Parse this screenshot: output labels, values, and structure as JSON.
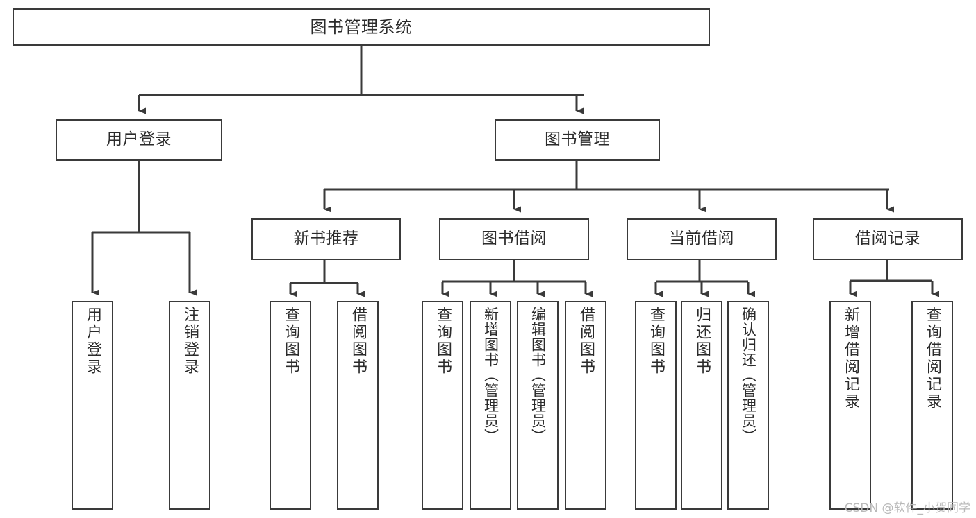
{
  "diagram": {
    "title": "图书管理系统",
    "type": "tree",
    "watermark": "CSDN @软件_小贺同学",
    "colors": {
      "box_border": "#3a3a3a",
      "box_fill": "#ffffff",
      "edge": "#3a3a3a",
      "text": "#2b2b2b",
      "watermark": "#b9b9b9"
    },
    "levels": {
      "root": {
        "label": "图书管理系统"
      },
      "level2": [
        {
          "id": "user-login",
          "label": "用户登录"
        },
        {
          "id": "book-manage",
          "label": "图书管理"
        }
      ],
      "level3": [
        {
          "id": "new-book-recommend",
          "label": "新书推荐",
          "parent": "book-manage"
        },
        {
          "id": "book-borrow",
          "label": "图书借阅",
          "parent": "book-manage"
        },
        {
          "id": "current-borrow",
          "label": "当前借阅",
          "parent": "book-manage"
        },
        {
          "id": "borrow-record",
          "label": "借阅记录",
          "parent": "book-manage"
        }
      ],
      "leaves": [
        {
          "id": "leaf-user-login",
          "label": "用户登录",
          "parent": "user-login"
        },
        {
          "id": "leaf-user-logout",
          "label": "注销登录",
          "parent": "user-login"
        },
        {
          "id": "leaf-query-book-1",
          "label": "查询图书",
          "parent": "new-book-recommend"
        },
        {
          "id": "leaf-borrow-book-1",
          "label": "借阅图书",
          "parent": "new-book-recommend"
        },
        {
          "id": "leaf-query-book-2",
          "label": "查询图书",
          "parent": "book-borrow"
        },
        {
          "id": "leaf-add-book",
          "label": "新增图书（管理员）",
          "parent": "book-borrow"
        },
        {
          "id": "leaf-edit-book",
          "label": "编辑图书（管理员）",
          "parent": "book-borrow"
        },
        {
          "id": "leaf-borrow-book-2",
          "label": "借阅图书",
          "parent": "book-borrow"
        },
        {
          "id": "leaf-query-book-3",
          "label": "查询图书",
          "parent": "current-borrow"
        },
        {
          "id": "leaf-return-book",
          "label": "归还图书",
          "parent": "current-borrow"
        },
        {
          "id": "leaf-confirm-return",
          "label": "确认归还（管理员）",
          "parent": "current-borrow"
        },
        {
          "id": "leaf-add-record",
          "label": "新增借阅记录",
          "parent": "borrow-record"
        },
        {
          "id": "leaf-query-record",
          "label": "查询借阅记录",
          "parent": "borrow-record"
        }
      ]
    }
  }
}
